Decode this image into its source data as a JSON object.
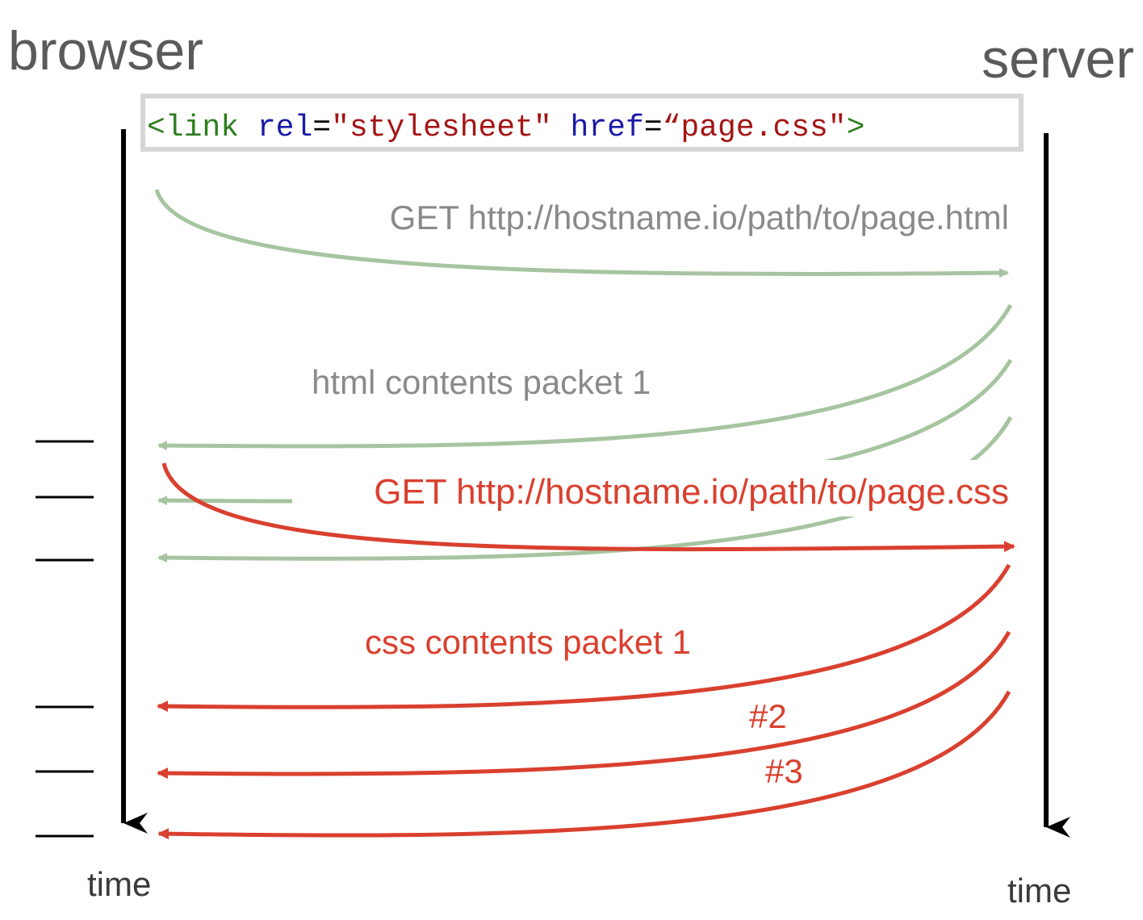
{
  "labels": {
    "browser": "browser",
    "server": "server",
    "time_left": "time",
    "time_right": "time"
  },
  "code_snippet": {
    "open_tag": "<link",
    "attr_rel": "rel",
    "eq1": "=",
    "val_rel": "\"stylesheet\"",
    "attr_href": "href",
    "eq2": "=",
    "val_href": "“page.css\"",
    "close_tag": ">"
  },
  "messages": {
    "get_html": "GET http://hostname.io/path/to/page.html",
    "html_packet_1": "html contents packet 1",
    "get_css": "GET http://hostname.io/path/to/page.css",
    "css_packet_1": "css contents packet 1",
    "css_packet_2": "#2",
    "css_packet_3": "#3"
  },
  "colors": {
    "html_traffic": "#a6c4a0",
    "html_text": "#8a8a8a",
    "css_traffic": "#d9402f",
    "css_text": "#d9402f",
    "timeline": "#000000",
    "code_tag": "#2e7d1e",
    "code_attr": "#1a1aa6",
    "code_value": "#a31515",
    "code_box_border": "#d6d6d6"
  }
}
